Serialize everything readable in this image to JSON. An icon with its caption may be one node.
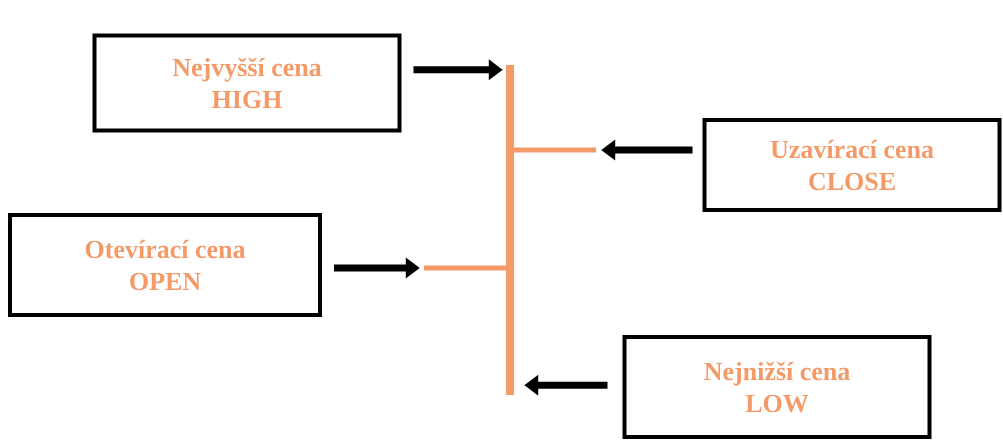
{
  "diagram": {
    "nodes": [
      {
        "text": [
          "Nejvyšší cena",
          "HIGH"
        ]
      },
      {
        "text": [
          "Uzavírací cena",
          "CLOSE"
        ]
      },
      {
        "text": [
          "Otevírací cena",
          "OPEN"
        ]
      },
      {
        "text": [
          "Nejnižší cena",
          "LOW"
        ]
      },
      {
        "text": [],
        "shape": "bar"
      },
      {
        "text": [],
        "shape": "bar"
      },
      {
        "text": [],
        "shape": "bar"
      }
    ],
    "edges": [
      {
        "from": 0,
        "to": 4,
        "arrow": "to"
      },
      {
        "from": 1,
        "to": 5,
        "arrow": "to"
      },
      {
        "from": 2,
        "to": 6,
        "arrow": "to"
      },
      {
        "from": 3,
        "to": 4,
        "arrow": "to"
      }
    ]
  }
}
